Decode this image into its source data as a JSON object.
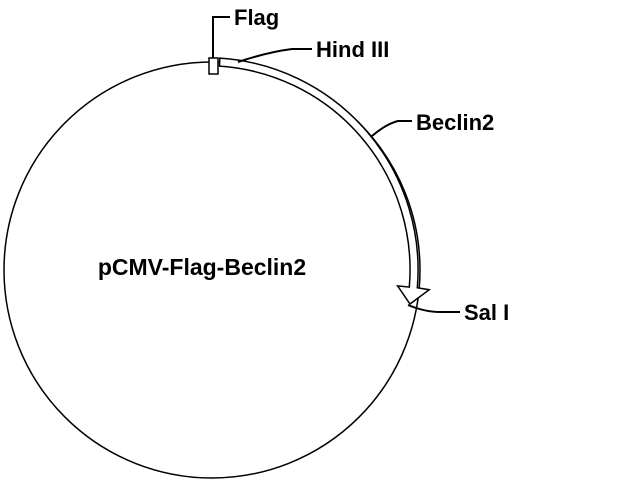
{
  "plasmid": {
    "name": "pCMV-Flag-Beclin2",
    "backbone_color": "#000000",
    "background_color": "#ffffff"
  },
  "features": {
    "flag": {
      "label": "Flag",
      "type": "tag"
    },
    "beclin2": {
      "label": "Beclin2",
      "type": "insert",
      "direction": "clockwise"
    }
  },
  "sites": {
    "hind3": {
      "label": "Hind III"
    },
    "sal1": {
      "label": "Sal I"
    }
  }
}
